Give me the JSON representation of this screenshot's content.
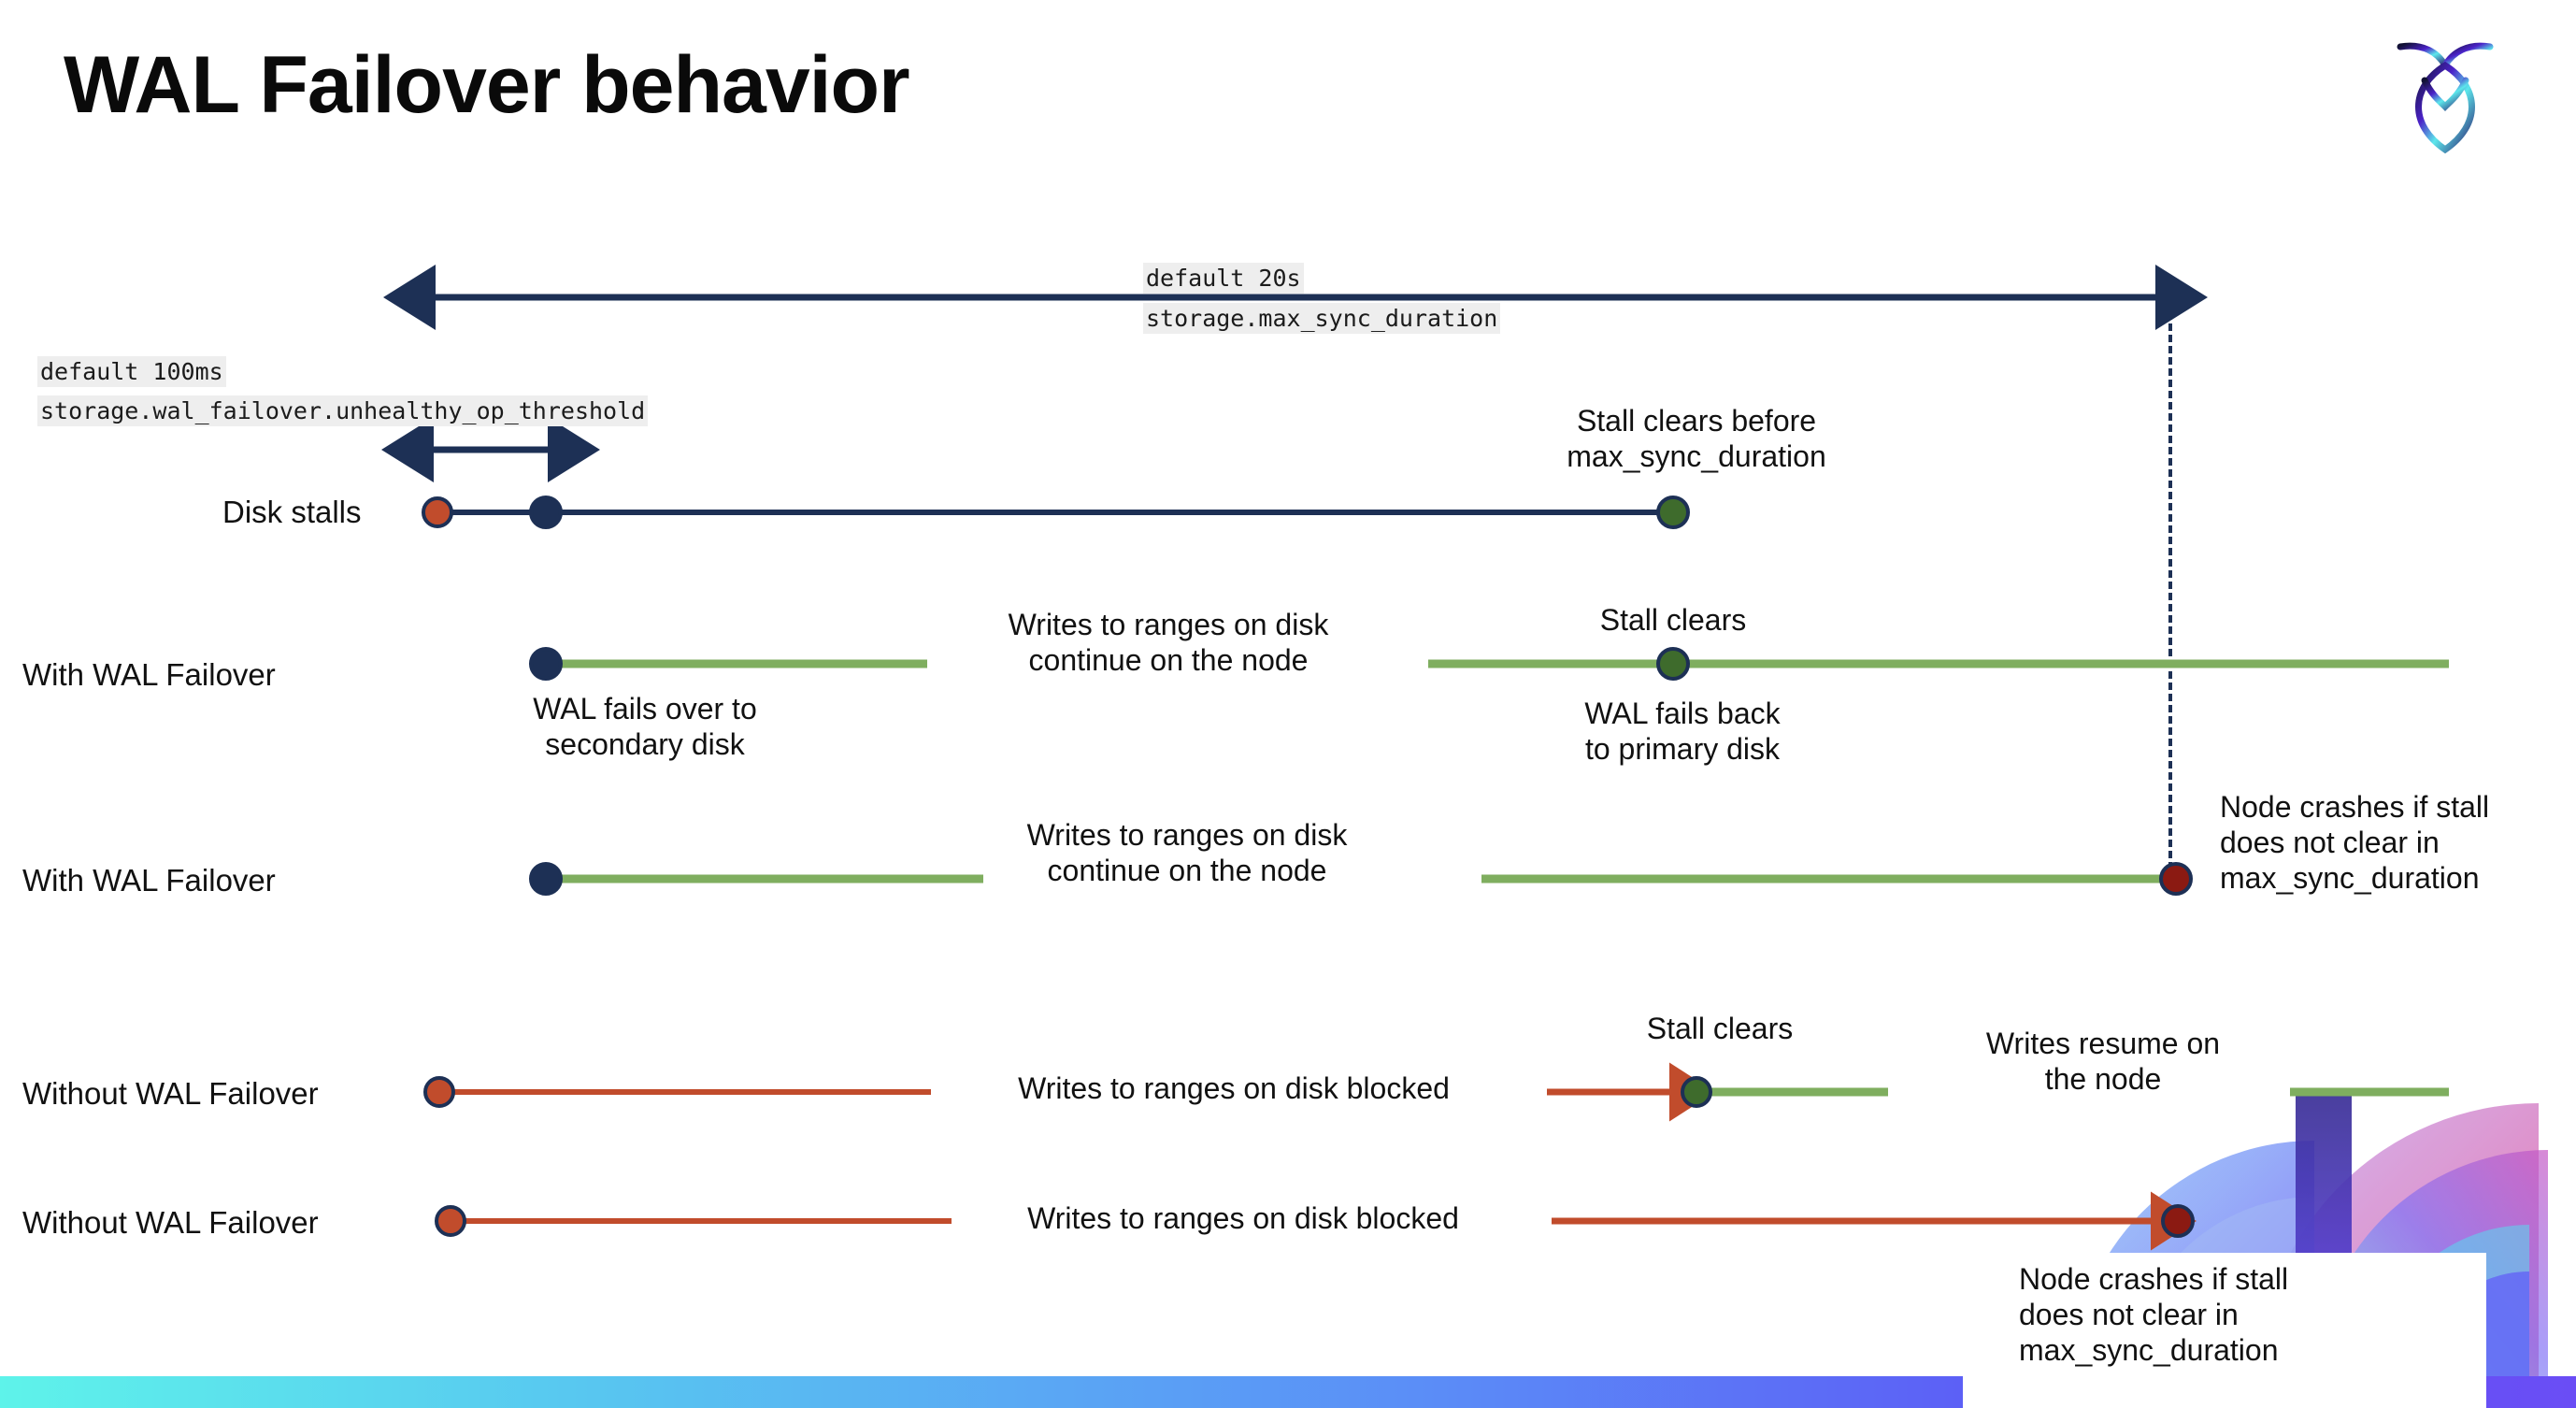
{
  "slide": {
    "title": "WAL Failover behavior",
    "logo_name": "cockroachdb-logo"
  },
  "settings": [
    {
      "id": "max-sync-duration",
      "default_label": "default 20s",
      "setting_label": "storage.max_sync_duration"
    },
    {
      "id": "unhealthy-op-threshold",
      "default_label": "default 100ms",
      "setting_label": "storage.wal_failover.unhealthy_op_threshold"
    }
  ],
  "rows": [
    {
      "id": "disk-stalls",
      "label": "Disk stalls",
      "notes": [
        "Stall clears before\nmax_sync_duration"
      ]
    },
    {
      "id": "with-wal-failover-clears",
      "label": "With WAL Failover",
      "notes": [
        "Writes to ranges on disk\ncontinue on the node",
        "Stall clears",
        "WAL fails over to\nsecondary disk",
        "WAL fails  back\nto primary disk"
      ]
    },
    {
      "id": "with-wal-failover-crash",
      "label": "With WAL Failover",
      "notes": [
        "Writes to ranges on disk\ncontinue on the node",
        "Node crashes if stall\ndoes not clear in\nmax_sync_duration"
      ]
    },
    {
      "id": "without-wal-failover-clears",
      "label": "Without WAL Failover",
      "notes": [
        "Writes to ranges on disk  blocked",
        "Stall clears",
        "Writes resume on\nthe node"
      ]
    },
    {
      "id": "without-wal-failover-crash",
      "label": "Without WAL Failover",
      "notes": [
        "Writes to ranges on disk  blocked",
        "Node crashes if stall\ndoes not clear in\nmax_sync_duration"
      ]
    }
  ],
  "colors": {
    "navy": "#1d3055",
    "green_line": "#7fae5f",
    "green_dot": "#3e6b2c",
    "orange": "#c14c2c",
    "dark_red": "#8b1a12",
    "code_chip_bg": "#eeeeee",
    "bottom_bar_start": "#5ef3ea",
    "bottom_bar_end": "#6a4df5"
  }
}
